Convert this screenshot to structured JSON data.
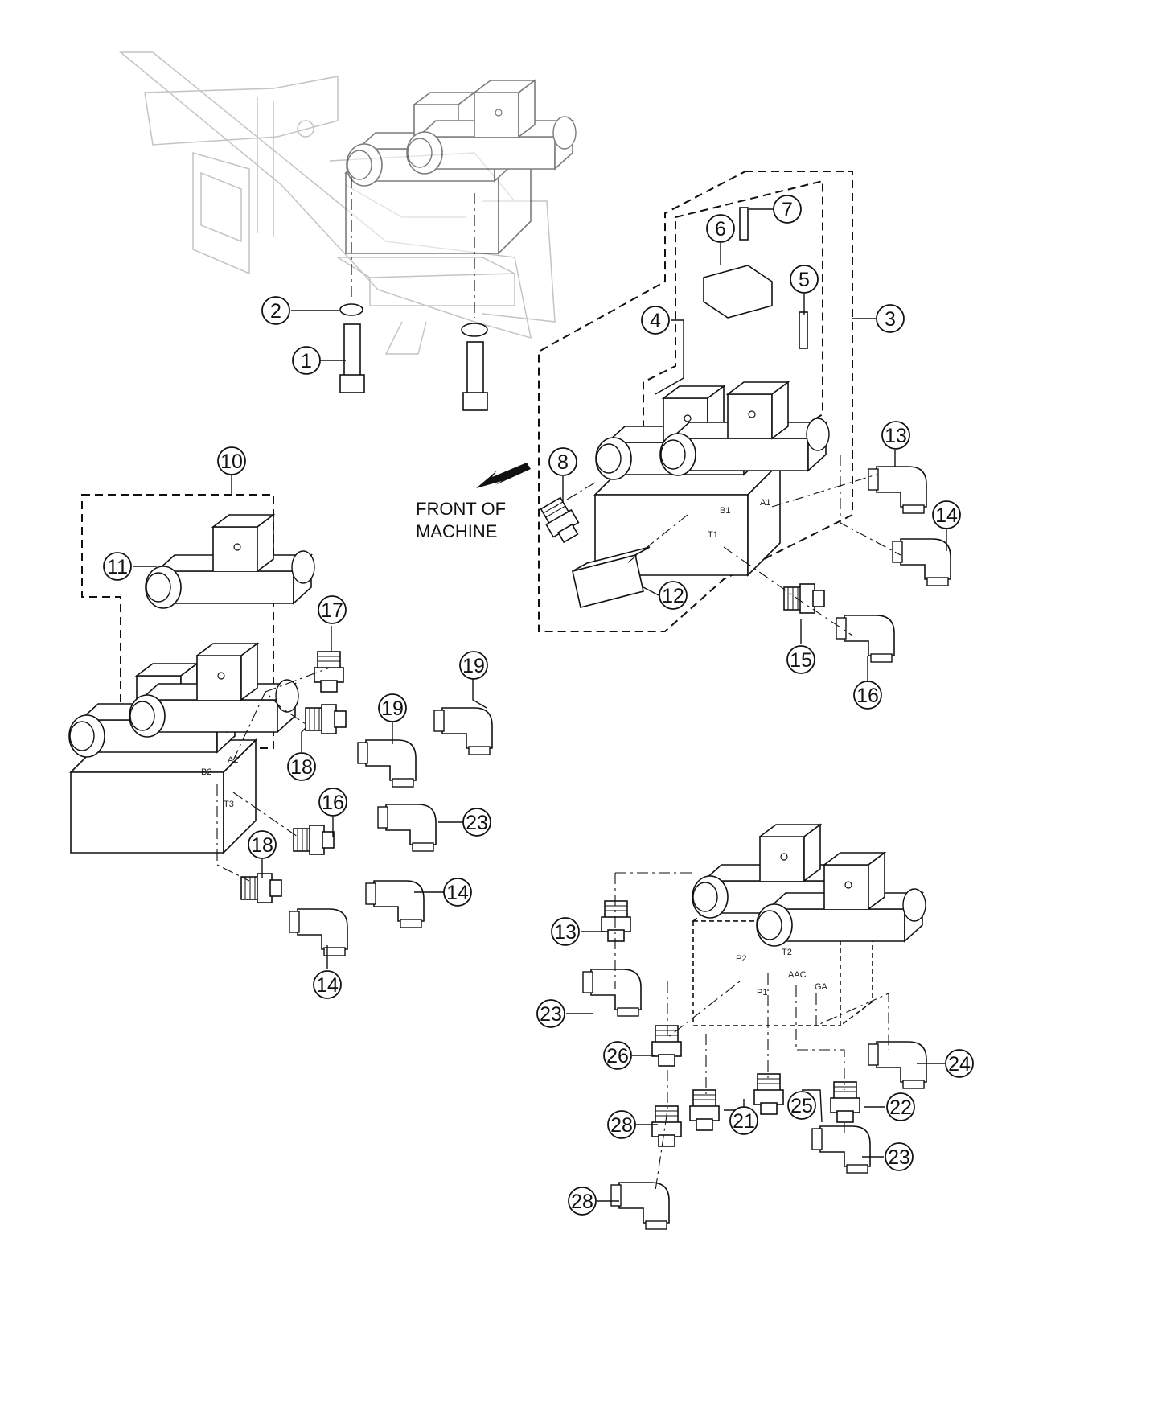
{
  "front_label": [
    "FRONT OF",
    "MACHINE"
  ],
  "port_labels": {
    "upper_right": [
      "B1",
      "A1",
      "T1"
    ],
    "left": [
      "B2",
      "A2",
      "T3"
    ],
    "lower": [
      "P2",
      "T2",
      "P1",
      "AAC",
      "GA"
    ]
  },
  "callouts": [
    "1",
    "2",
    "3",
    "4",
    "5",
    "6",
    "7",
    "8",
    "10",
    "11",
    "12",
    "13",
    "14",
    "15",
    "16",
    "17",
    "18",
    "19",
    "19",
    "16",
    "23",
    "18",
    "14",
    "14",
    "13",
    "23",
    "26",
    "24",
    "25",
    "22",
    "21",
    "28",
    "23",
    "28"
  ],
  "colors": {
    "line": "#111111",
    "ghost": "#c4c4c4"
  }
}
